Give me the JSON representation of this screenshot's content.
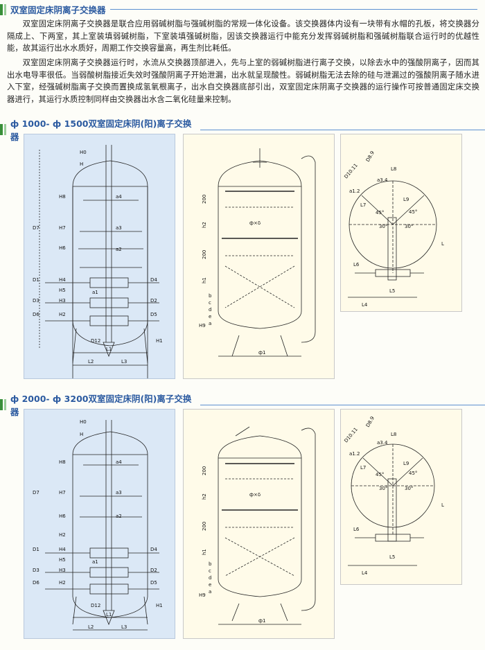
{
  "section1": {
    "title": "双室固定床阴离子交换器",
    "paragraphs": [
      "双室固定床阴离子交换器是联合应用弱碱树脂与强碱树脂的常规一体化设备。该交换器体内设有一块带有水帽的孔板，将交换器分隔成上、下两室，其上室装填弱碱树脂，下室装填强碱树脂，因该交换器运行中能充分发挥弱碱树脂和强碱树脂联合运行时的优越性能，故其运行出水水质好，周期工作交换容量高，再生剂比耗低。",
      "双室固定床阴离子交换器运行时，水流从交换器顶部进入，先与上室的弱碱树脂进行离子交换，以除去水中的强酸阴离子，因而其出水电导率很低。当弱酸树脂接近失效时强酸阴离子开始泄漏，出水就呈现酸性。弱碱树脂无法去除的硅与泄漏过的强酸阴离子随水进入下室，经强碱树脂离子交换而置换成氢氧根离子，出水自交换器底部引出，双室固定床阴离子交换器的运行操作可按普通固定床交换器进行，其运行水质控制同样由交换器出水含二氧化硅量来控制。"
    ]
  },
  "section2": {
    "title": "ф 1000- ф 1500双室固定床阴(阳)离子交换器"
  },
  "section3": {
    "title": "ф 2000- ф 3200双室固定床阴(阳)离子交换器"
  },
  "drawing_labels": {
    "left": [
      "H0",
      "H",
      "H8",
      "a4",
      "D7",
      "H7",
      "a3",
      "H6",
      "a2",
      "H2",
      "D1",
      "H4",
      "a1",
      "D4",
      "H5",
      "D3",
      "H3",
      "D2",
      "D6",
      "D5",
      "H1",
      "D12",
      "L1",
      "L2",
      "L3"
    ],
    "middle": [
      "200",
      "h2",
      "ф×δ",
      "h1",
      "e",
      "d",
      "c",
      "b",
      "a",
      "H9",
      "ф1"
    ],
    "right": [
      "D10.11",
      "D8.9",
      "a3.4",
      "L8",
      "a1.2",
      "L7",
      "L9",
      "45°",
      "30°",
      "L",
      "L6",
      "L5",
      "L4"
    ]
  },
  "colors": {
    "header_text": "#2b5aa0",
    "accent_green": "#3a8f3a",
    "line_blue": "#5b8fd0",
    "panel_blue": "#dbe8f6",
    "panel_cream": "#fffbe9"
  }
}
